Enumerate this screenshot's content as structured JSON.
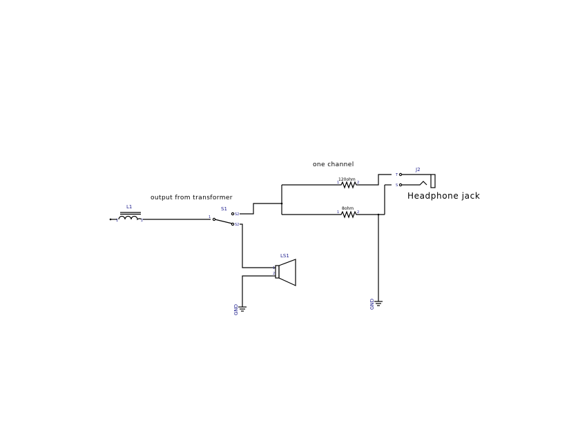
{
  "labels": {
    "one_channel": "one channel",
    "output_from_transformer": "output from transformer",
    "headphone_jack": "Headphone jack"
  },
  "components": {
    "L1": {
      "ref": "L1",
      "pin1": "1",
      "pin2": "2"
    },
    "S1": {
      "ref": "S1",
      "p1": "1",
      "s2": "S2",
      "s2b": "S2"
    },
    "LS1": {
      "ref": "LS1",
      "pin1": "1",
      "pin2": "2"
    },
    "R1": {
      "value": "120ohm",
      "pin1": "1",
      "pin2": "2"
    },
    "R2": {
      "value": "8ohm",
      "pin1": "1",
      "pin2": "2"
    },
    "J2": {
      "ref": "J2",
      "pin_t": "T",
      "pin_s": "S"
    }
  },
  "grounds": {
    "left": "GND",
    "right": "GND"
  },
  "colors": {
    "wire": "#000000",
    "part_label": "#1a1a8c"
  }
}
